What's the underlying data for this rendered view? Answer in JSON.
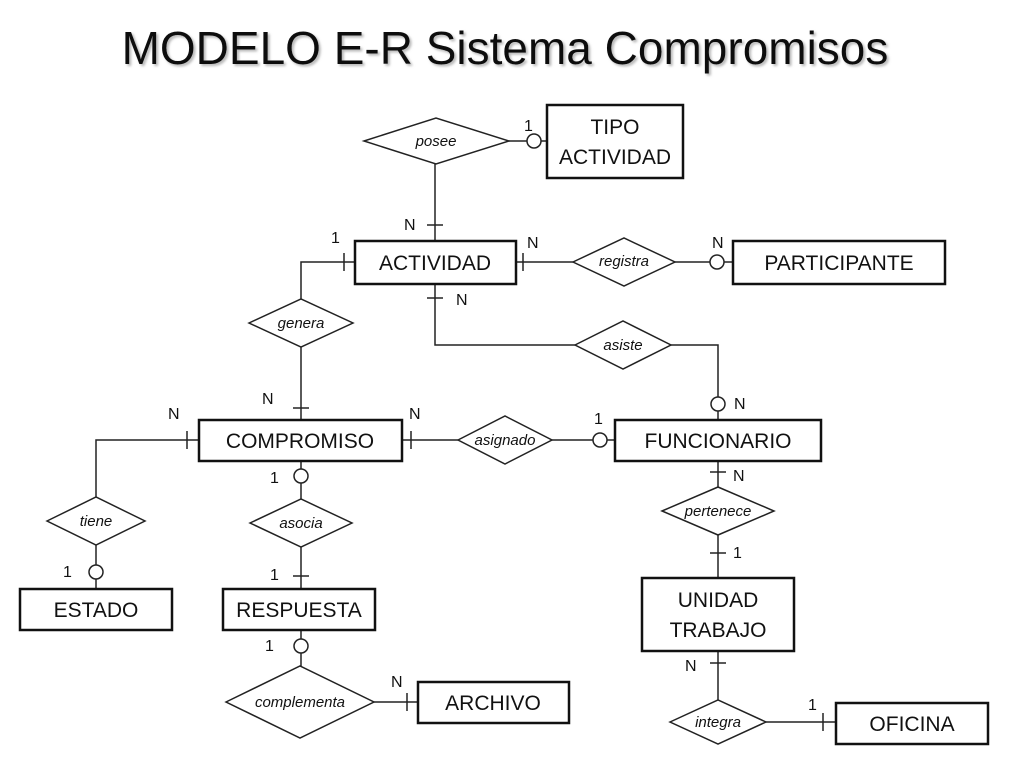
{
  "title": "MODELO E-R Sistema Compromisos",
  "entities": {
    "tipo_actividad": [
      "TIPO",
      "ACTIVIDAD"
    ],
    "actividad": "ACTIVIDAD",
    "participante": "PARTICIPANTE",
    "compromiso": "COMPROMISO",
    "funcionario": "FUNCIONARIO",
    "estado": "ESTADO",
    "respuesta": "RESPUESTA",
    "unidad_trabajo": [
      "UNIDAD",
      "TRABAJO"
    ],
    "archivo": "ARCHIVO",
    "oficina": "OFICINA"
  },
  "relationships": {
    "posee": "posee",
    "registra": "registra",
    "genera": "genera",
    "asiste": "asiste",
    "asignado": "asignado",
    "tiene": "tiene",
    "asocia": "asocia",
    "pertenece": "pertenece",
    "complementa": "complementa",
    "integra": "integra"
  },
  "cardinalities": {
    "posee_tipo": "1",
    "posee_actividad": "N",
    "registra_actividad": "N",
    "registra_participante": "N",
    "genera_actividad": "1",
    "genera_compromiso": "N",
    "asiste_actividad": "N",
    "asiste_funcionario": "N",
    "asignado_compromiso": "N",
    "asignado_funcionario": "1",
    "tiene_compromiso": "N",
    "tiene_estado": "1",
    "asocia_compromiso": "1",
    "asocia_respuesta": "1",
    "pertenece_funcionario": "N",
    "pertenece_unidad": "1",
    "complementa_respuesta": "1",
    "complementa_archivo": "N",
    "integra_unidad": "N",
    "integra_oficina": "1"
  }
}
